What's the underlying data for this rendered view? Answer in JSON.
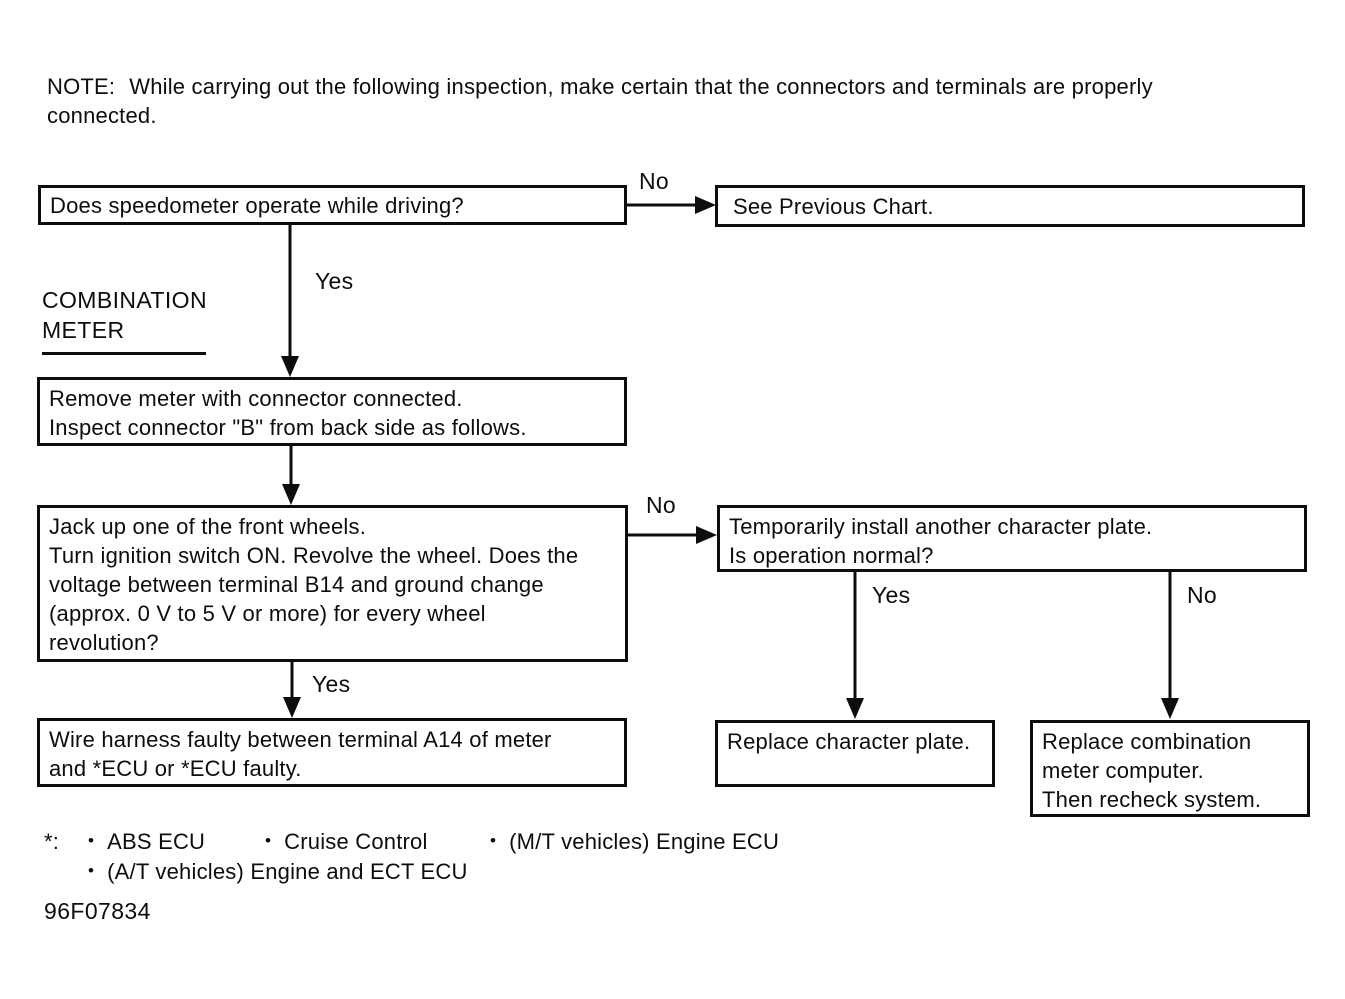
{
  "note": {
    "label": "NOTE:",
    "text": "While carrying out the following inspection, make certain that the connectors and terminals are properly connected."
  },
  "section_label": {
    "line1": "COMBINATION",
    "line2": "METER"
  },
  "boxes": {
    "q1": {
      "lines": [
        "Does speedometer operate while driving?"
      ]
    },
    "see_previous": {
      "lines": [
        "See Previous Chart."
      ]
    },
    "remove_meter": {
      "lines": [
        "Remove meter with connector connected.",
        "Inspect connector \"B\" from back side as follows."
      ]
    },
    "jack_up": {
      "lines": [
        "Jack up one of the front wheels.",
        "Turn ignition switch ON. Revolve the wheel. Does the",
        "voltage between terminal B14 and ground change",
        "(approx. 0 V to 5 V or more) for every wheel",
        "revolution?"
      ]
    },
    "temp_install": {
      "lines": [
        "Temporarily install another character plate.",
        "Is operation normal?"
      ]
    },
    "wire_harness": {
      "lines": [
        "Wire harness faulty between terminal A14 of meter",
        "and *ECU or *ECU faulty."
      ]
    },
    "replace_plate": {
      "lines": [
        "Replace character plate."
      ]
    },
    "replace_computer": {
      "lines": [
        "Replace combination",
        "meter computer.",
        "Then recheck system."
      ]
    }
  },
  "edge_labels": {
    "no1": "No",
    "yes1": "Yes",
    "no2": "No",
    "yes2": "Yes",
    "yes3": "Yes",
    "no3": "No"
  },
  "footnote": {
    "marker": "*:",
    "bullet": "•",
    "row1": [
      "ABS ECU",
      "Cruise Control",
      "(M/T vehicles) Engine ECU"
    ],
    "row2": [
      "(A/T vehicles) Engine and ECT ECU"
    ]
  },
  "doc_number": "96F07834",
  "colors": {
    "ink": "#0d0d0d",
    "background": "#ffffff"
  }
}
